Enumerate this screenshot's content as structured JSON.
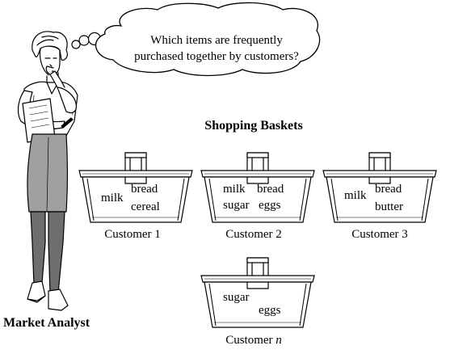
{
  "thought_bubble": {
    "line1": "Which items are frequently",
    "line2": "purchased together by customers?"
  },
  "analyst_label": "Market Analyst",
  "section_title": "Shopping Baskets",
  "baskets": [
    {
      "label": "Customer 1",
      "items": [
        "milk",
        "bread",
        "cereal"
      ]
    },
    {
      "label": "Customer 2",
      "items": [
        "milk",
        "bread",
        "sugar",
        "eggs"
      ]
    },
    {
      "label": "Customer 3",
      "items": [
        "milk",
        "bread",
        "butter"
      ]
    },
    {
      "label_prefix": "Customer ",
      "label_suffix": "n",
      "items": [
        "sugar",
        "eggs"
      ]
    }
  ]
}
